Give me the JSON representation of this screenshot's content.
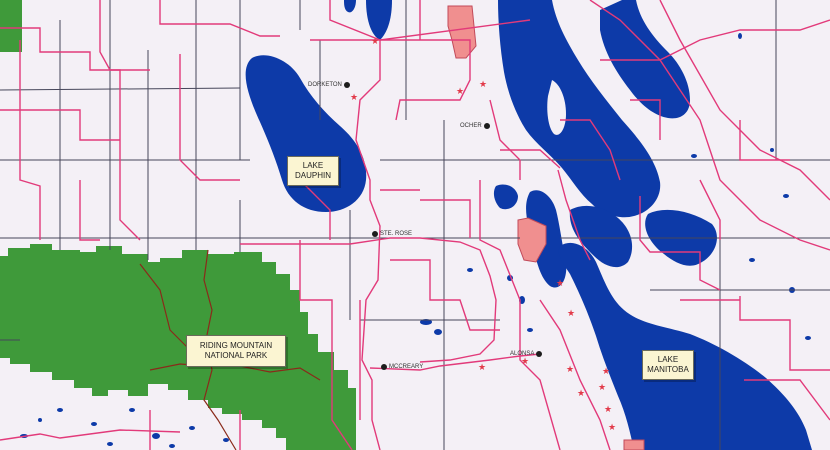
{
  "map": {
    "colors": {
      "background": "#f4f0f6",
      "water": "#0d3aa8",
      "park": "#3f9a3a",
      "reserve": "#f08f8f",
      "main_road": "#e23a7a",
      "grid_road": "#46465a",
      "trail": "#8a2a1a",
      "town": "#1c1c1c",
      "star": "#e23a4a"
    },
    "icons": {
      "town": "filled-circle-icon",
      "site": "star-icon"
    }
  },
  "labels": {
    "lake_dauphin": [
      "LAKE",
      "DAUPHIN"
    ],
    "riding_mountain": [
      "RIDING MOUNTAIN",
      "NATIONAL PARK"
    ],
    "lake_manitoba": [
      "LAKE",
      "MANITOBA"
    ]
  },
  "towns": {
    "dorketon": "DORKETON",
    "ochre": "OCHER",
    "ste_rose": "STE. ROSE",
    "mccreary": "MCCREARY",
    "alonsa": "ALONSA"
  }
}
